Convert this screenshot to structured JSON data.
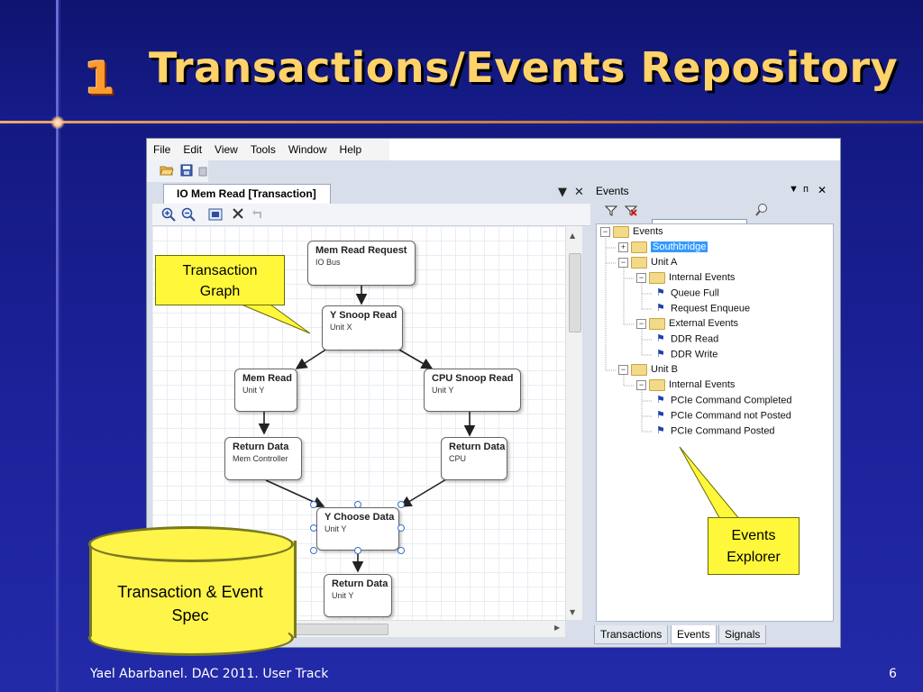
{
  "slide": {
    "number_badge": "1",
    "title": "Transactions/Events Repository",
    "footer_left": "Yael Abarbanel. DAC 2011. User Track",
    "page_number": "6"
  },
  "app": {
    "menu": [
      "File",
      "Edit",
      "View",
      "Tools",
      "Window",
      "Help"
    ],
    "document_tab": {
      "label": "IO Mem Read [Transaction]",
      "controls": [
        "▼",
        "✕"
      ]
    },
    "graph_nodes": [
      {
        "title": "Mem Read Request",
        "subtitle": "IO Bus"
      },
      {
        "title": "Y Snoop Read",
        "subtitle": "Unit X"
      },
      {
        "title": "Mem Read",
        "subtitle": "Unit Y"
      },
      {
        "title": "CPU Snoop Read",
        "subtitle": "Unit Y"
      },
      {
        "title": "Return Data",
        "subtitle": "Mem Controller"
      },
      {
        "title": "Return Data",
        "subtitle": "CPU"
      },
      {
        "title": "Y Choose Data",
        "subtitle": "Unit Y"
      },
      {
        "title": "Return Data",
        "subtitle": "Unit Y"
      }
    ],
    "events_panel": {
      "title": "Events",
      "controls": [
        "▼",
        "ᴨ",
        "✕"
      ],
      "search_placeholder": "",
      "tree": [
        {
          "label": "Events",
          "level": 0,
          "kind": "folder",
          "expander": "−"
        },
        {
          "label": "Southbridge",
          "level": 1,
          "kind": "folder",
          "expander": "+",
          "selected": true
        },
        {
          "label": "Unit A",
          "level": 1,
          "kind": "folder",
          "expander": "−"
        },
        {
          "label": "Internal Events",
          "level": 2,
          "kind": "folder",
          "expander": "−"
        },
        {
          "label": "Queue Full",
          "level": 3,
          "kind": "event"
        },
        {
          "label": "Request Enqueue",
          "level": 3,
          "kind": "event"
        },
        {
          "label": "External Events",
          "level": 2,
          "kind": "folder",
          "expander": "−"
        },
        {
          "label": "DDR Read",
          "level": 3,
          "kind": "event"
        },
        {
          "label": "DDR Write",
          "level": 3,
          "kind": "event"
        },
        {
          "label": "Unit B",
          "level": 1,
          "kind": "folder",
          "expander": "−"
        },
        {
          "label": "Internal Events",
          "level": 2,
          "kind": "folder",
          "expander": "−"
        },
        {
          "label": "PCIe Command Completed",
          "level": 3,
          "kind": "event"
        },
        {
          "label": "PCIe Command not Posted",
          "level": 3,
          "kind": "event"
        },
        {
          "label": "PCIe Command Posted",
          "level": 3,
          "kind": "event"
        }
      ],
      "bottom_tabs": [
        {
          "label": "Transactions",
          "active": false
        },
        {
          "label": "Events",
          "active": true
        },
        {
          "label": "Signals",
          "active": false
        }
      ]
    }
  },
  "callouts": {
    "transaction_graph": [
      "Transaction",
      "Graph"
    ],
    "events_explorer": [
      "Events",
      "Explorer"
    ],
    "spec": [
      "Transaction & Event",
      "Spec"
    ]
  },
  "colors": {
    "title": "#ffd26a",
    "badge": "#ff9a2e",
    "callout": "#fff83a",
    "selection": "#3399ff"
  }
}
